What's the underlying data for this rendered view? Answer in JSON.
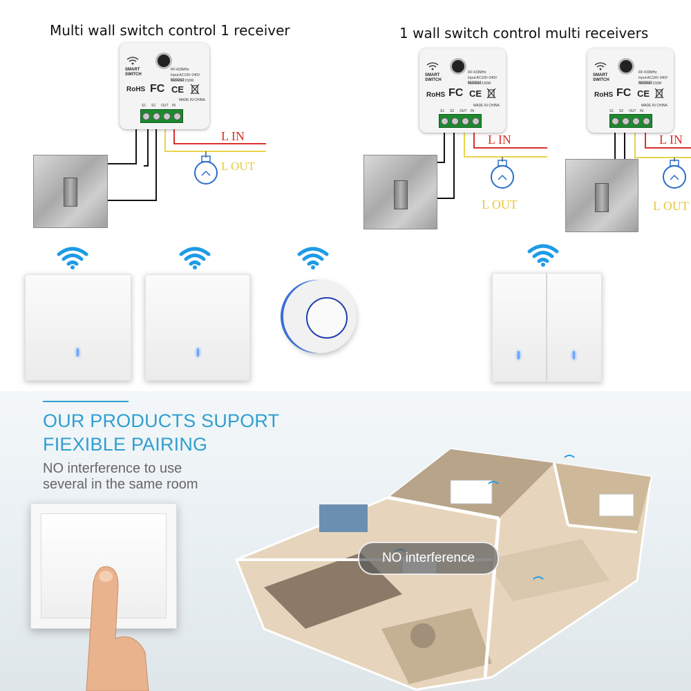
{
  "headings": {
    "left": "Multi wall switch control 1 receiver",
    "right": "1 wall switch control multi receivers"
  },
  "module": {
    "label_line1": "SMART",
    "label_line2": "SWITCH",
    "rf_text": "RF:433MHz",
    "input_text": "Input:AC100~240V 50/60HZ",
    "max_text": "Maxload:150W",
    "rohs": "RoHS",
    "fc": "FC",
    "ce": "CE",
    "made_in": "MADE IN CHINA",
    "terminals": [
      "S1",
      "S2",
      "OUT",
      "IN"
    ]
  },
  "wiring": {
    "l_in": "L IN",
    "l_out": "L OUT"
  },
  "colors": {
    "heading": "#111111",
    "l_in_wire": "#d9302c",
    "l_out_wire": "#e8d44a",
    "terminal_green": "#1c8a2e",
    "wifi_blue": "#1e9be6",
    "led_blue": "#6aa6ff",
    "promo_title": "#2f9fd0",
    "promo_sub": "#666666"
  },
  "icons": {
    "wifi": "wifi-signal-icon",
    "bulb": "light-bulb-icon",
    "warn": "warning-icon",
    "bin": "crossed-bin-icon"
  },
  "promo": {
    "title_line1": "OUR PRODUCTS SUPORT",
    "title_line2": "FIEXIBLE PAIRING",
    "sub_line1": "NO interference to use",
    "sub_line2": "several in the same room",
    "badge": "NO interference"
  }
}
